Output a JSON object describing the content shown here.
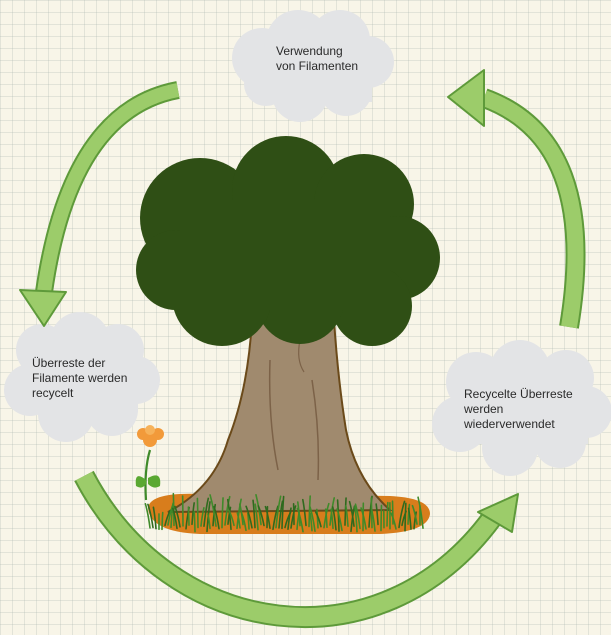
{
  "diagram": {
    "type": "cycle",
    "center_icon": "tree-icon",
    "decoration_icon": "flower-icon",
    "arrow_color": "#9ccc6a",
    "arrow_outline": "#5e9a3a",
    "cloud_color": "#e3e4e6",
    "foliage_color": "#2f4f15",
    "trunk_color": "#a08a6e",
    "ground_color": "#d87d1c",
    "flower_color": "#f29a3a",
    "steps": [
      {
        "lines": [
          "Verwendung",
          "von Filamenten"
        ]
      },
      {
        "lines": [
          "Recycelte Überreste",
          "werden",
          "wiederverwendet"
        ]
      },
      {
        "lines": [
          "Überreste der",
          "Filamente werden",
          "recycelt"
        ]
      }
    ]
  }
}
